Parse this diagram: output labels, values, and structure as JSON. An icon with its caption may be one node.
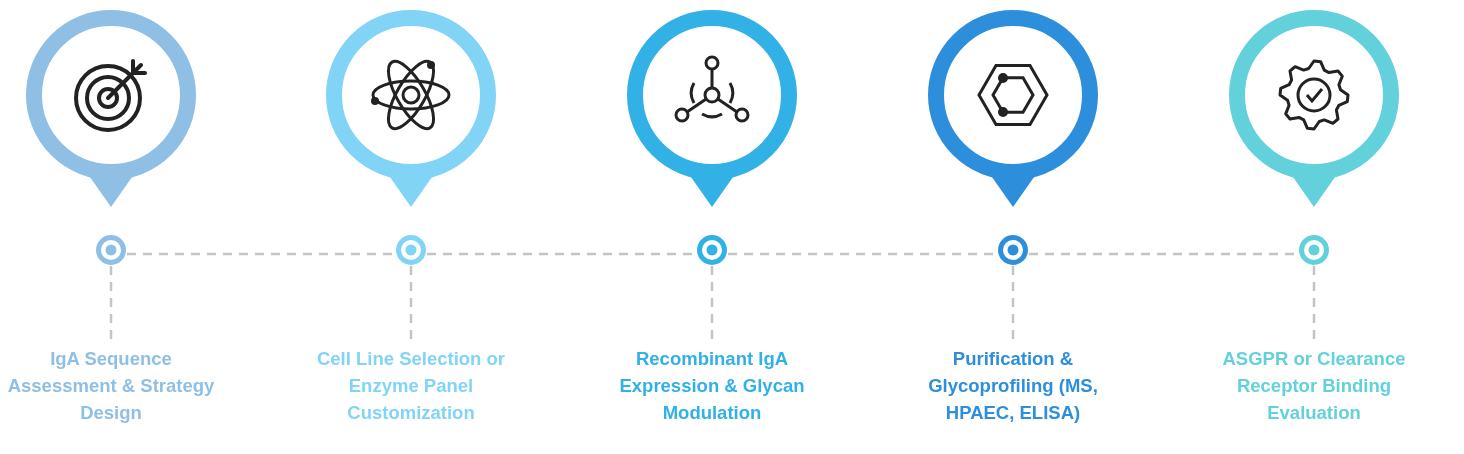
{
  "diagram": {
    "nodes": [
      {
        "text": [],
        "shape": "circle"
      },
      {
        "text": [],
        "shape": "circle"
      },
      {
        "text": [],
        "shape": "circle"
      },
      {
        "text": [],
        "shape": "circle"
      },
      {
        "text": [],
        "shape": "circle"
      },
      {
        "text": [
          "IgA Sequence Assessment & Strategy Design"
        ]
      },
      {
        "text": [
          "Cell Line Selection or Enzyme Panel Customization"
        ]
      },
      {
        "text": [
          "Recombinant IgA Expression & Glycan Modulation"
        ]
      },
      {
        "text": [
          "Purification & Glycoprofiling (MS, HPAEC, ELISA)"
        ]
      },
      {
        "text": [
          "ASGPR or Clearance Receptor Binding Evaluation"
        ]
      }
    ],
    "edges": [
      {
        "from": 0,
        "to": 1,
        "arrow": "none",
        "style": "dashed"
      },
      {
        "from": 1,
        "to": 2,
        "arrow": "none",
        "style": "dashed"
      },
      {
        "from": 2,
        "to": 3,
        "arrow": "none",
        "style": "dashed"
      },
      {
        "from": 3,
        "to": 4,
        "arrow": "none",
        "style": "dashed"
      },
      {
        "from": 0,
        "to": 5,
        "arrow": "none",
        "style": "dashed"
      },
      {
        "from": 1,
        "to": 6,
        "arrow": "none",
        "style": "dashed"
      },
      {
        "from": 2,
        "to": 7,
        "arrow": "none",
        "style": "dashed"
      },
      {
        "from": 3,
        "to": 8,
        "arrow": "none",
        "style": "dashed"
      },
      {
        "from": 4,
        "to": 9,
        "arrow": "none",
        "style": "dashed"
      }
    ]
  }
}
